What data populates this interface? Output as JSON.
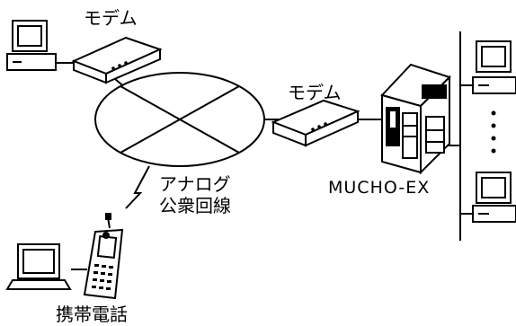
{
  "labels": {
    "modem_top": "モデム",
    "modem_right": "モデム",
    "network_line1": "アナログ",
    "network_line2": "公衆回線",
    "router": "MUCHO-EX",
    "mobile_phone": "携帯電話"
  },
  "colors": {
    "stroke": "#000000",
    "fill": "#ffffff"
  }
}
